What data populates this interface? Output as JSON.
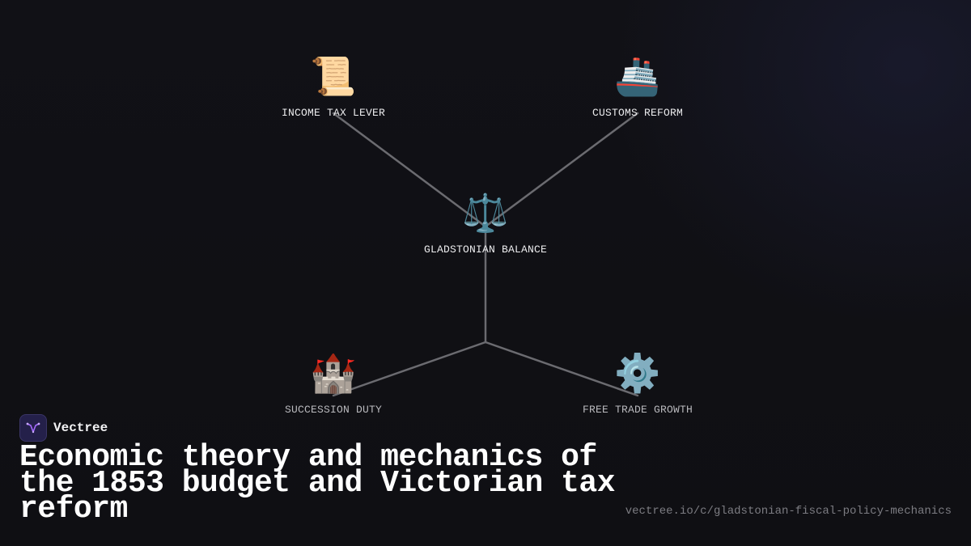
{
  "brand": {
    "name": "Vectree"
  },
  "title": "Economic theory and mechanics of the 1853 budget and Victorian tax reform",
  "url": "vectree.io/c/gladstonian-fiscal-policy-mechanics",
  "colors": {
    "background": "#101014",
    "edge": "#6b6b70",
    "logo_bg": "#24204a",
    "logo_accent": "#a56bff"
  },
  "diagram": {
    "nodes": [
      {
        "id": "income_tax",
        "label": "INCOME TAX LEVER",
        "icon": "scroll-icon",
        "glyph": "📜"
      },
      {
        "id": "customs",
        "label": "CUSTOMS REFORM",
        "icon": "ship-icon",
        "glyph": "🚢"
      },
      {
        "id": "center",
        "label": "GLADSTONIAN BALANCE",
        "icon": "balance-scale-icon",
        "glyph": "⚖️"
      },
      {
        "id": "succession",
        "label": "SUCCESSION DUTY",
        "icon": "castle-icon",
        "glyph": "🏰"
      },
      {
        "id": "free_trade",
        "label": "FREE TRADE GROWTH",
        "icon": "gear-icon",
        "glyph": "⚙️"
      }
    ],
    "edges": [
      [
        "center",
        "income_tax"
      ],
      [
        "center",
        "customs"
      ],
      [
        "center",
        "succession"
      ],
      [
        "center",
        "free_trade"
      ]
    ]
  }
}
